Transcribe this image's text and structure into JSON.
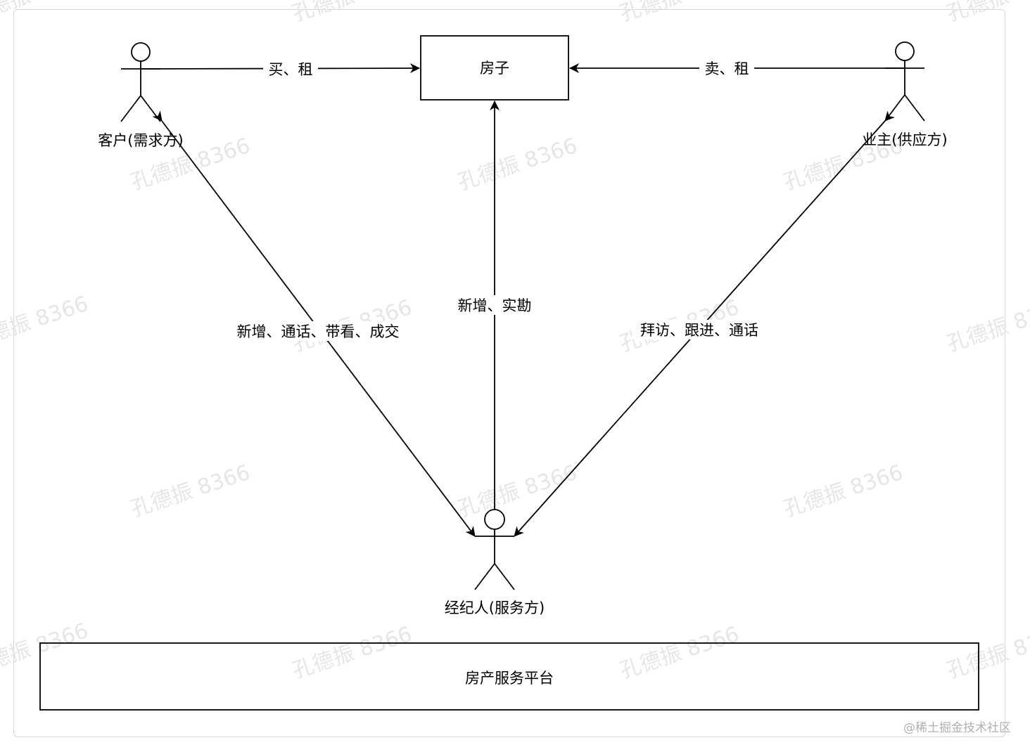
{
  "watermark": "孔德振 8366",
  "footer_credit": "@稀土掘金技术社区",
  "nodes": {
    "house": "房子",
    "customer": "客户(需求方)",
    "owner": "业主(供应方)",
    "agent": "经纪人(服务方)",
    "platform": "房产服务平台"
  },
  "edges": {
    "customer_to_house": "买、租",
    "owner_to_house": "卖、租",
    "agent_to_house": "新增、实勘",
    "agent_customer": "新增、通话、带看、成交",
    "agent_owner": "拜访、跟进、通话"
  }
}
